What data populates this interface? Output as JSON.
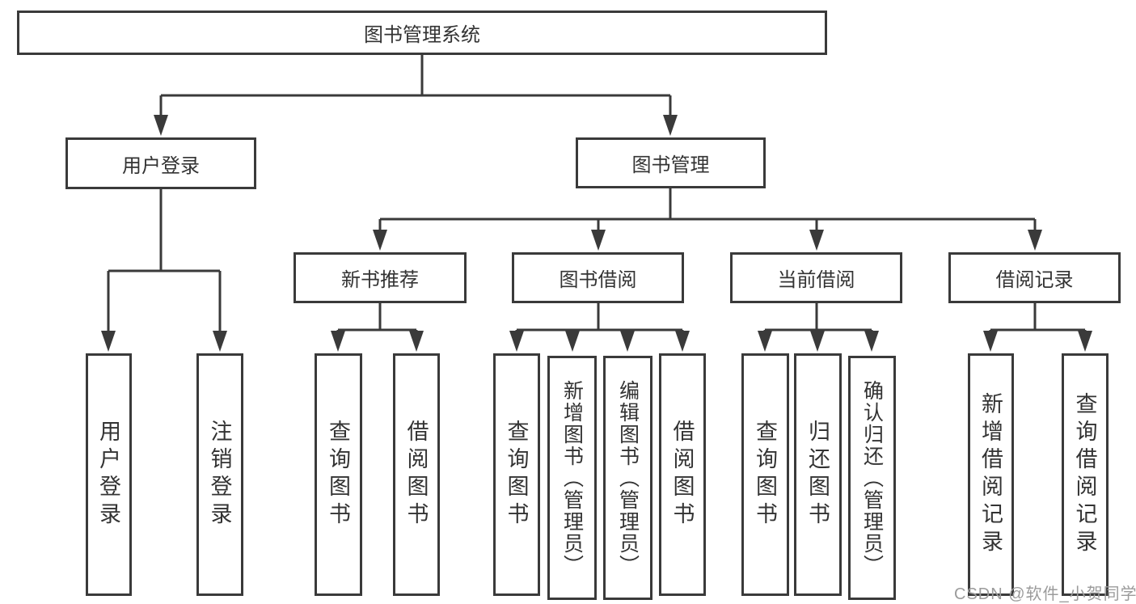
{
  "diagram": {
    "type": "hierarchy-tree",
    "root": {
      "label": "图书管理系统"
    },
    "level2": [
      {
        "label": "用户登录",
        "parent": "图书管理系统"
      },
      {
        "label": "图书管理",
        "parent": "图书管理系统"
      }
    ],
    "level3": [
      {
        "label": "新书推荐",
        "parent": "图书管理"
      },
      {
        "label": "图书借阅",
        "parent": "图书管理"
      },
      {
        "label": "当前借阅",
        "parent": "图书管理"
      },
      {
        "label": "借阅记录",
        "parent": "图书管理"
      }
    ],
    "leaves": [
      {
        "label": "用户登录",
        "parent": "用户登录"
      },
      {
        "label": "注销登录",
        "parent": "用户登录"
      },
      {
        "label": "查询图书",
        "parent": "新书推荐"
      },
      {
        "label": "借阅图书",
        "parent": "新书推荐"
      },
      {
        "label": "查询图书",
        "parent": "图书借阅"
      },
      {
        "label": "新增图书（管理员）",
        "parent": "图书借阅"
      },
      {
        "label": "编辑图书（管理员）",
        "parent": "图书借阅"
      },
      {
        "label": "借阅图书",
        "parent": "图书借阅"
      },
      {
        "label": "查询图书",
        "parent": "当前借阅"
      },
      {
        "label": "归还图书",
        "parent": "当前借阅"
      },
      {
        "label": "确认归还（管理员）",
        "parent": "当前借阅"
      },
      {
        "label": "新增借阅记录",
        "parent": "借阅记录"
      },
      {
        "label": "查询借阅记录",
        "parent": "借阅记录"
      }
    ]
  },
  "watermark": {
    "text": "CSDN @软件_小贺同学"
  },
  "colors": {
    "line": "#3a3a3a",
    "box_border": "#3a3a3a",
    "text": "#333333",
    "watermark": "#9b9b9b",
    "background": "#ffffff"
  }
}
